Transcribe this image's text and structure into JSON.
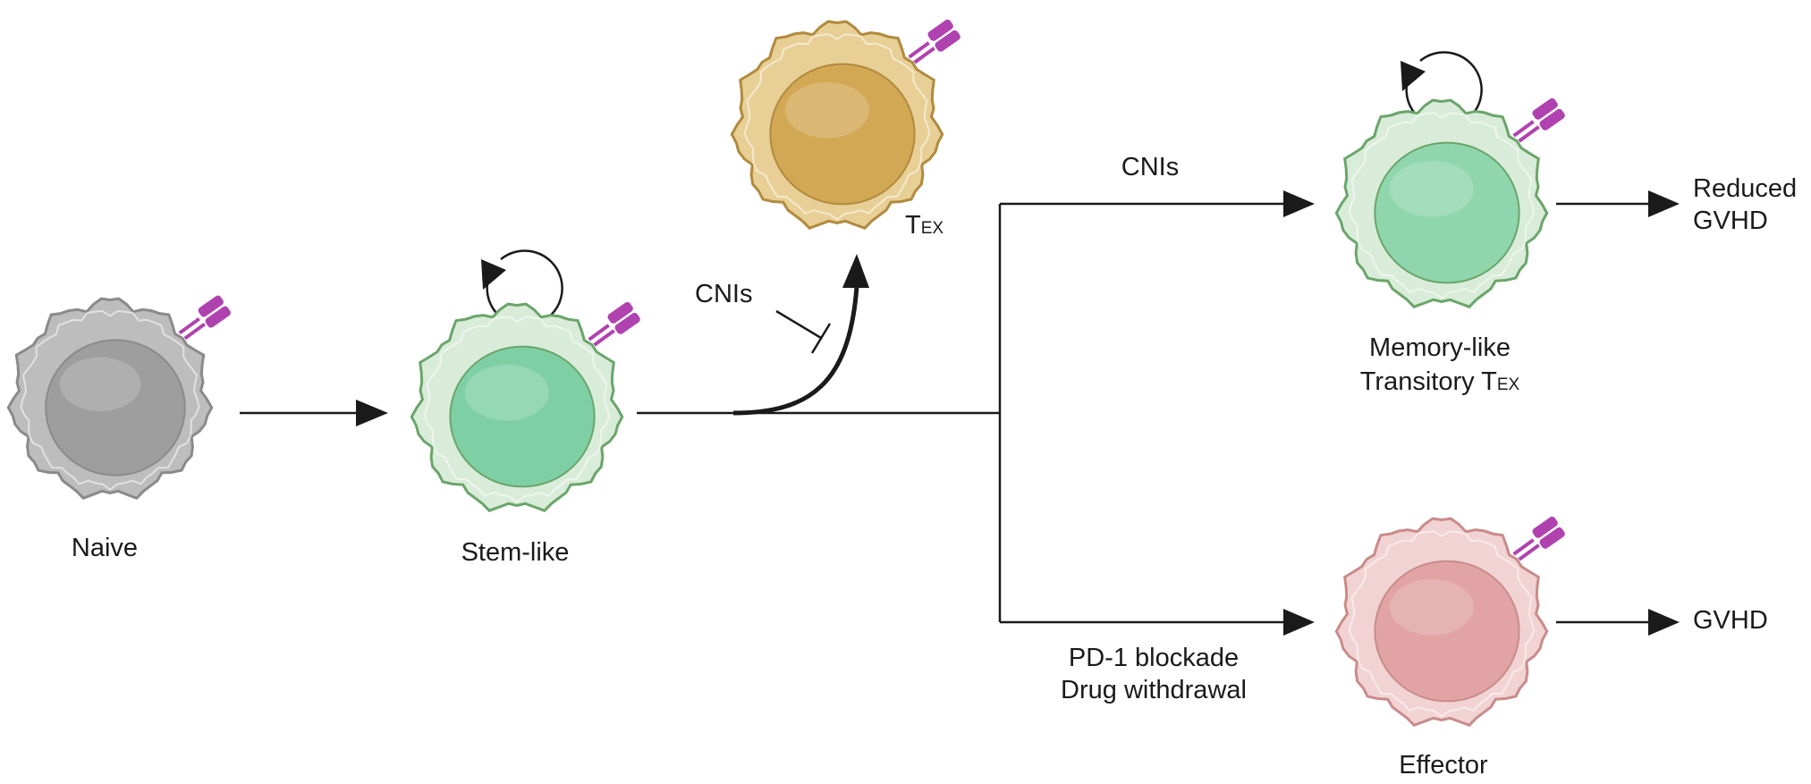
{
  "cells": {
    "naive": {
      "label": "Naive",
      "fill": "#bdbdbd",
      "nucleus": "#9e9e9e",
      "edge": "#8a8a8a"
    },
    "stem_like": {
      "label": "Stem-like",
      "fill": "#d9ecd9",
      "nucleus": "#7fcfa4",
      "edge": "#6aa56a"
    },
    "tex": {
      "label_main": "T",
      "label_sub": "EX",
      "fill": "#e8cf95",
      "nucleus": "#d2a855",
      "edge": "#b18a3e"
    },
    "memory_like": {
      "label_line1": "Memory-like",
      "label_line2_main": "Transitory T",
      "label_line2_sub": "EX",
      "fill": "#d9ecd9",
      "nucleus": "#8fd6ad",
      "edge": "#6aa56a"
    },
    "effector": {
      "label": "Effector",
      "fill": "#f2d3d3",
      "nucleus": "#e1a3a3",
      "edge": "#c98b8b"
    }
  },
  "receptor_color": "#b042b0",
  "arrows": {
    "cnis_inhibit": "CNIs",
    "cnis_upper": "CNIs",
    "lower_line1": "PD-1 blockade",
    "lower_line2": "Drug withdrawal"
  },
  "outcomes": {
    "reduced_line1": "Reduced",
    "reduced_line2": "GVHD",
    "gvhd": "GVHD"
  }
}
